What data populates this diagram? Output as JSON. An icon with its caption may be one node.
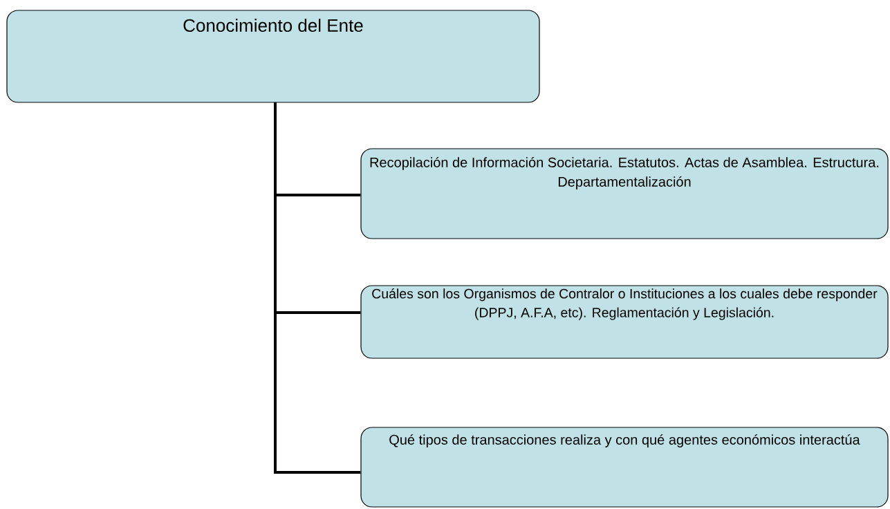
{
  "diagram": {
    "nodes": [
      {
        "text": [
          "Conocimiento del Ente"
        ]
      },
      {
        "text": [
          "Recopilación de Información Societaria. Estatutos. Actas de Asamblea. Estructura. Departamentalización"
        ]
      },
      {
        "text": [
          "Cuáles son los Organismos de Contralor o Instituciones  a los cuales debe responder (DPPJ, A.F.A, etc). Reglamentación y Legislación."
        ]
      },
      {
        "text": [
          "Qué tipos de transacciones realiza y  con qué agentes económicos interactúa"
        ]
      }
    ],
    "edges": [
      {
        "from": 0,
        "to": 1,
        "arrow": "none"
      },
      {
        "from": 0,
        "to": 2,
        "arrow": "none"
      },
      {
        "from": 0,
        "to": 3,
        "arrow": "none"
      }
    ]
  }
}
